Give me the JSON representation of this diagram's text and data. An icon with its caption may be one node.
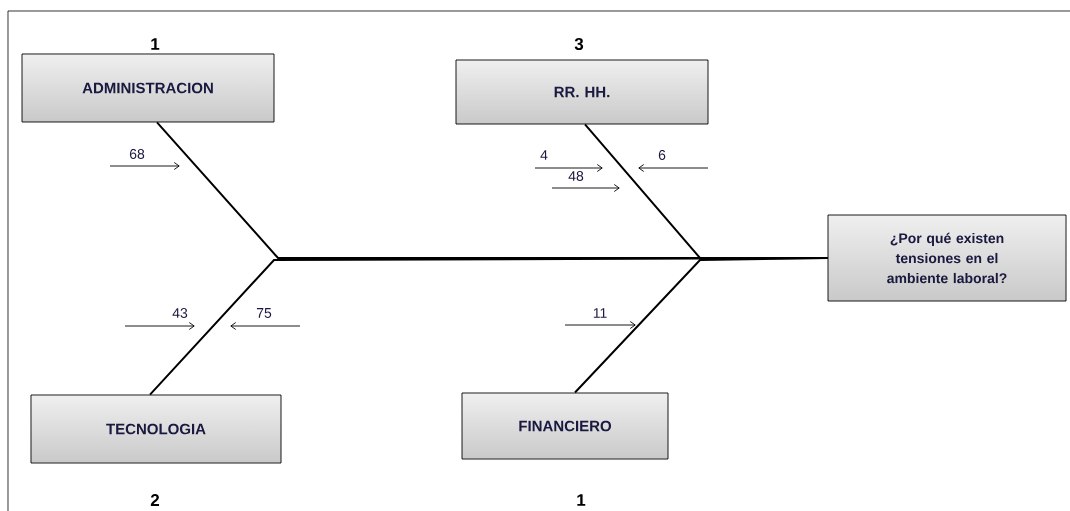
{
  "diagram": {
    "nodes": [
      {
        "text": [
          "ADMINISTRACION"
        ],
        "beside": [
          "1"
        ]
      },
      {
        "text": [
          "RR. HH."
        ],
        "beside": [
          "3"
        ]
      },
      {
        "text": [
          "¿Por qué existen tensiones en el ambiente laboral?"
        ]
      },
      {
        "text": [
          "TECNOLOGIA"
        ],
        "beside": [
          "2"
        ]
      },
      {
        "text": [
          "FINANCIERO"
        ],
        "beside": [
          "1"
        ]
      }
    ],
    "edges": [
      {
        "from": 0,
        "to": 2,
        "arrow": "none"
      },
      {
        "from": 1,
        "to": 2,
        "arrow": "none"
      },
      {
        "from": 3,
        "to": 2,
        "arrow": "none"
      },
      {
        "from": 4,
        "to": 2,
        "arrow": "none"
      }
    ],
    "labels": [
      "68",
      "4",
      "6",
      "48",
      "43",
      "75",
      "11"
    ]
  }
}
